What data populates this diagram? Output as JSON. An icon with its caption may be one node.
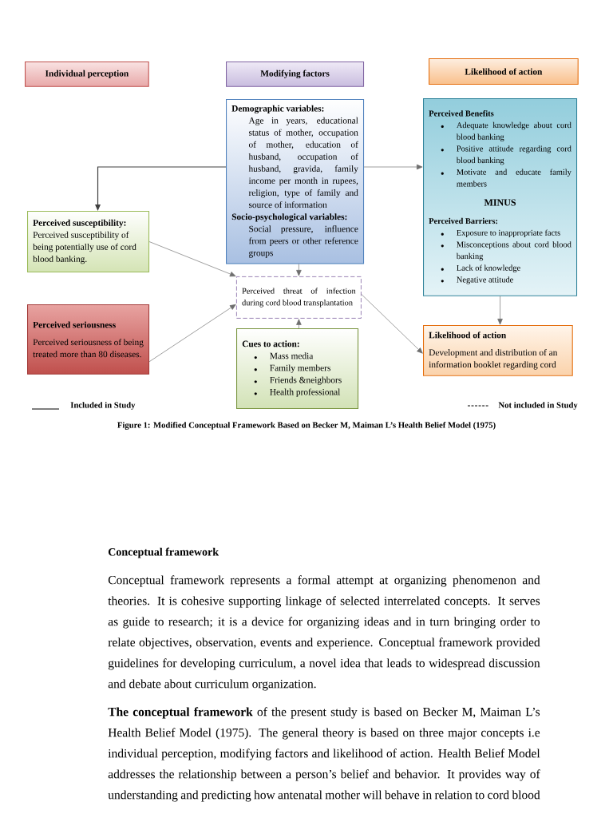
{
  "diagram": {
    "caption": "Figure 1: Modified Conceptual Framework Based on Becker M, Maiman L’s Health Belief Model (1975)",
    "nodes": [
      {
        "text": [
          "Individual perception"
        ]
      },
      {
        "text": [
          "Modifying factors"
        ]
      },
      {
        "text": [
          "Likelihood of action"
        ]
      },
      {
        "text": [
          "Demographic variables:",
          "Age in years, educational status of mother, occupation of mother, education of husband, occupation of husband, gravida, family income per month in rupees, religion, type of family and source of information",
          "Socio-psychological variables:",
          "Social pressure, influence from peers or other reference groups"
        ]
      },
      {
        "text": [
          "Perceived susceptibility:",
          "Perceived susceptibility of being potentially use of cord blood banking."
        ]
      },
      {
        "text": [
          "Perceived seriousness",
          "Perceived seriousness of being treated more than 80 diseases."
        ]
      },
      {
        "text": [
          "Perceived threat of infection during cord blood transplantation"
        ]
      },
      {
        "text": [
          "Cues to action:",
          "Mass media",
          "Family members",
          "Friends &neighbors",
          "Health professional"
        ]
      },
      {
        "text": [
          "Perceived Benefits",
          "Adequate knowledge about cord blood banking",
          "Positive attitude regarding cord blood banking",
          "Motivate and educate family members",
          "MINUS",
          "Perceived Barriers:",
          "Exposure to inappropriate facts",
          "Misconceptions about cord blood banking",
          "Lack of knowledge",
          "Negative attitude"
        ]
      },
      {
        "text": [
          "Likelihood of action",
          "Development and distribution of an information booklet regarding cord"
        ]
      }
    ],
    "edges": [
      {
        "from": 3,
        "to": 4,
        "arrow": "to",
        "color": "#404040"
      },
      {
        "from": 3,
        "to": 8,
        "arrow": "to"
      },
      {
        "from": 3,
        "to": 6,
        "arrow": "to"
      },
      {
        "from": 4,
        "to": 6,
        "arrow": "to"
      },
      {
        "from": 5,
        "to": 6,
        "arrow": "to"
      },
      {
        "from": 7,
        "to": 6,
        "arrow": "to"
      },
      {
        "from": 6,
        "to": 9,
        "arrow": "to"
      },
      {
        "from": 8,
        "to": 9,
        "arrow": "to"
      }
    ],
    "labels": [
      "Conceptual framework",
      "Conceptual framework represents a formal attempt at organizing phenomenon and theories. It is cohesive supporting linkage of selected interrelated concepts. It serves as guide to research; it is a device for organizing ideas and in turn bringing order to relate objectives, observation, events and experience. Conceptual framework provided guidelines for developing curriculum, a novel idea that leads to widespread discussion and debate about curriculum organization.",
      "**The conceptual framework** of the present study is based on Becker M, Maiman L’s Health Belief Model (1975). The general theory is based on three major concepts i.e individual perception, modifying factors and likelihood of action. Health Belief Model addresses the relationship between a person’s belief and behavior. It provides way of understanding and predicting how antenatal mother will behave in relation to cord blood"
    ],
    "legend": [
      {
        "text": "Included in Study"
      },
      {
        "text": "Not included in Study"
      }
    ]
  }
}
